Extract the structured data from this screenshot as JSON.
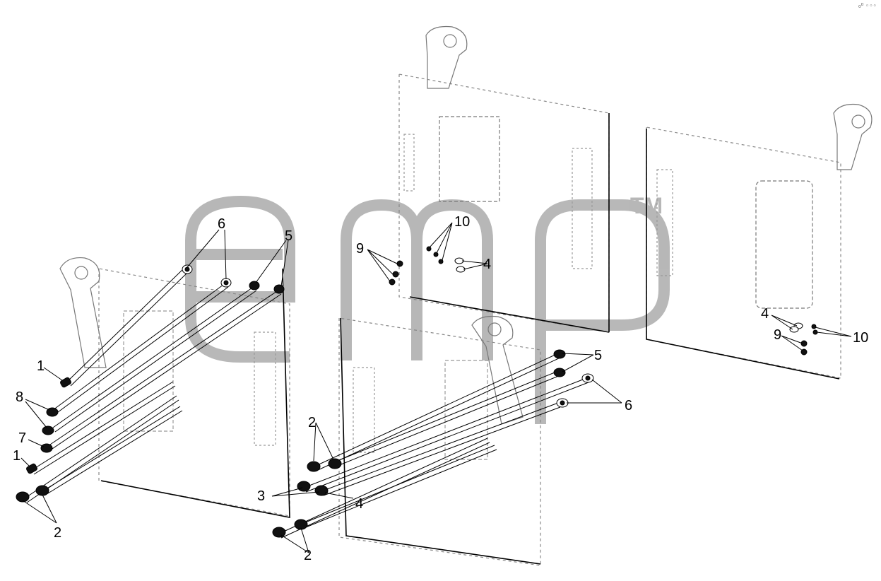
{
  "watermark": {
    "text": "emp",
    "tm": "TM",
    "color": "#b0b0b0"
  },
  "corner_mark": "₀⁰ ◦◦◦",
  "callouts": {
    "c1": "1",
    "c2": "2",
    "c3": "3",
    "c4": "4",
    "c5": "5",
    "c6": "6",
    "c7": "7",
    "c8": "8",
    "c9": "9",
    "c10": "10"
  },
  "colors": {
    "line": "#000000",
    "dashed": "#888888",
    "fitting": "#111111"
  }
}
